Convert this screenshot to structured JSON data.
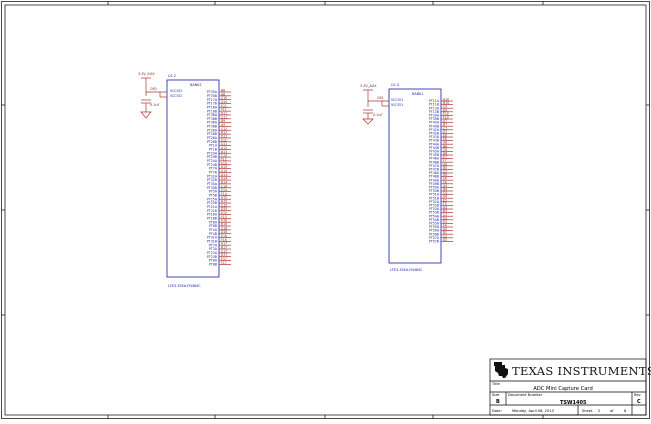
{
  "sheet": {
    "accent": "#1a1aa6",
    "net_color": "#b03030"
  },
  "u12": {
    "refdes": "U1.2",
    "bank": "BANK2",
    "part": "LFE3-35EA-FN484C",
    "power_pins": [
      "VCCIO2",
      "VCCIO2"
    ],
    "supply_label": "3.3V_AUX",
    "decap_ref": "C60",
    "decap_value": "0.1uF",
    "pins": [
      {
        "name": "PT35A",
        "num": "B8"
      },
      {
        "name": "PT35B",
        "num": "A8"
      },
      {
        "name": "PT17A",
        "num": "C10"
      },
      {
        "name": "PT17B",
        "num": "D10"
      },
      {
        "name": "PT16A",
        "num": "E11"
      },
      {
        "name": "PT16B",
        "num": "F11"
      },
      {
        "name": "PT38A",
        "num": "D11"
      },
      {
        "name": "PT38B",
        "num": "C11"
      },
      {
        "name": "PT36A",
        "num": "B9"
      },
      {
        "name": "PT36B",
        "num": "A9"
      },
      {
        "name": "PT26A",
        "num": "C12"
      },
      {
        "name": "PT26B",
        "num": "B12"
      },
      {
        "name": "PT28A",
        "num": "D12"
      },
      {
        "name": "PT28B",
        "num": "E12"
      },
      {
        "name": "PT1A",
        "num": "A11"
      },
      {
        "name": "PT1B",
        "num": "A12"
      },
      {
        "name": "PT29A",
        "num": "B13"
      },
      {
        "name": "PT29B",
        "num": "C13"
      },
      {
        "name": "PT24A",
        "num": "F12"
      },
      {
        "name": "PT24B",
        "num": "E13"
      },
      {
        "name": "PT7A",
        "num": "A13"
      },
      {
        "name": "PT7B",
        "num": "A14"
      },
      {
        "name": "PT32A",
        "num": "D13"
      },
      {
        "name": "PT32B",
        "num": "D14"
      },
      {
        "name": "PT30A",
        "num": "B14"
      },
      {
        "name": "PT30B",
        "num": "C14"
      },
      {
        "name": "PT5A",
        "num": "E14"
      },
      {
        "name": "PT5B",
        "num": "F14"
      },
      {
        "name": "PT25A",
        "num": "A15"
      },
      {
        "name": "PT25B",
        "num": "B15"
      },
      {
        "name": "PT21A",
        "num": "C15"
      },
      {
        "name": "PT21B",
        "num": "D15"
      },
      {
        "name": "PT18A",
        "num": "E15"
      },
      {
        "name": "PT18B",
        "num": "F15"
      },
      {
        "name": "PT6A",
        "num": "A16"
      },
      {
        "name": "PT6B",
        "num": "B16"
      },
      {
        "name": "PT4A",
        "num": "C16"
      },
      {
        "name": "PT4B",
        "num": "D16"
      },
      {
        "name": "PT31A",
        "num": "E16"
      },
      {
        "name": "PT31B",
        "num": "F16"
      },
      {
        "name": "PT7A",
        "num": "A17"
      },
      {
        "name": "PT3A",
        "num": "B17"
      },
      {
        "name": "PT23A",
        "num": "C17"
      },
      {
        "name": "PT23B",
        "num": "D17"
      },
      {
        "name": "PT8A",
        "num": "E17"
      },
      {
        "name": "PT8B",
        "num": "F17"
      }
    ]
  },
  "u13": {
    "refdes": "U1.3",
    "bank": "BANK1",
    "part": "LFE3-35EA-FN484C",
    "power_pins": [
      "VCCIO1",
      "VCCIO1"
    ],
    "supply_label": "3.3V_AUX",
    "decap_ref": "C61",
    "decap_value": "0.1uF",
    "pins": [
      {
        "name": "PT11A",
        "num": "A10"
      },
      {
        "name": "PT11B",
        "num": "B10"
      },
      {
        "name": "PT13A",
        "num": "C9"
      },
      {
        "name": "PT13B",
        "num": "D9"
      },
      {
        "name": "PT39A",
        "num": "E10"
      },
      {
        "name": "PT39B",
        "num": "F10"
      },
      {
        "name": "PT40A",
        "num": "A7"
      },
      {
        "name": "PT40B",
        "num": "B7"
      },
      {
        "name": "PT42A",
        "num": "C7"
      },
      {
        "name": "PT42B",
        "num": "D7"
      },
      {
        "name": "PT43A",
        "num": "E8"
      },
      {
        "name": "PT43B",
        "num": "F8"
      },
      {
        "name": "PT44A",
        "num": "A6"
      },
      {
        "name": "PT44B",
        "num": "B6"
      },
      {
        "name": "PT45A",
        "num": "C6"
      },
      {
        "name": "PT45B",
        "num": "D6"
      },
      {
        "name": "PT46A",
        "num": "E7"
      },
      {
        "name": "PT46B",
        "num": "F7"
      },
      {
        "name": "PT47A",
        "num": "A5"
      },
      {
        "name": "PT47B",
        "num": "B5"
      },
      {
        "name": "PT48A",
        "num": "C5"
      },
      {
        "name": "PT48B",
        "num": "D5"
      },
      {
        "name": "PT49A",
        "num": "E6"
      },
      {
        "name": "PT49B",
        "num": "F6"
      },
      {
        "name": "PT50A",
        "num": "A4"
      },
      {
        "name": "PT50B",
        "num": "B4"
      },
      {
        "name": "PT51A",
        "num": "C4"
      },
      {
        "name": "PT51B",
        "num": "D4"
      },
      {
        "name": "PT52A",
        "num": "E5"
      },
      {
        "name": "PT52B",
        "num": "F5"
      },
      {
        "name": "PT53A",
        "num": "A3"
      },
      {
        "name": "PT53B",
        "num": "B3"
      },
      {
        "name": "PT54A",
        "num": "C3"
      },
      {
        "name": "PT54B",
        "num": "D3"
      },
      {
        "name": "PT55A",
        "num": "E4"
      },
      {
        "name": "PT55B",
        "num": "F4"
      },
      {
        "name": "PT56A",
        "num": "A2"
      },
      {
        "name": "PT56B",
        "num": "B2"
      },
      {
        "name": "PT57A",
        "num": "C2"
      },
      {
        "name": "PT57B",
        "num": "D2"
      }
    ]
  },
  "title_block": {
    "company": "Texas Instruments",
    "title_label": "Title",
    "title": "ADC Mini Capture Card",
    "size_label": "Size",
    "size": "B",
    "doc_label": "Document Number",
    "doc": "TSW1405",
    "rev_label": "Rev",
    "rev": "C",
    "date_label": "Date:",
    "date": "Monday, April 08, 2013",
    "sheet_label": "Sheet",
    "sheet_num": "2",
    "of_label": "of",
    "sheet_total": "8"
  }
}
